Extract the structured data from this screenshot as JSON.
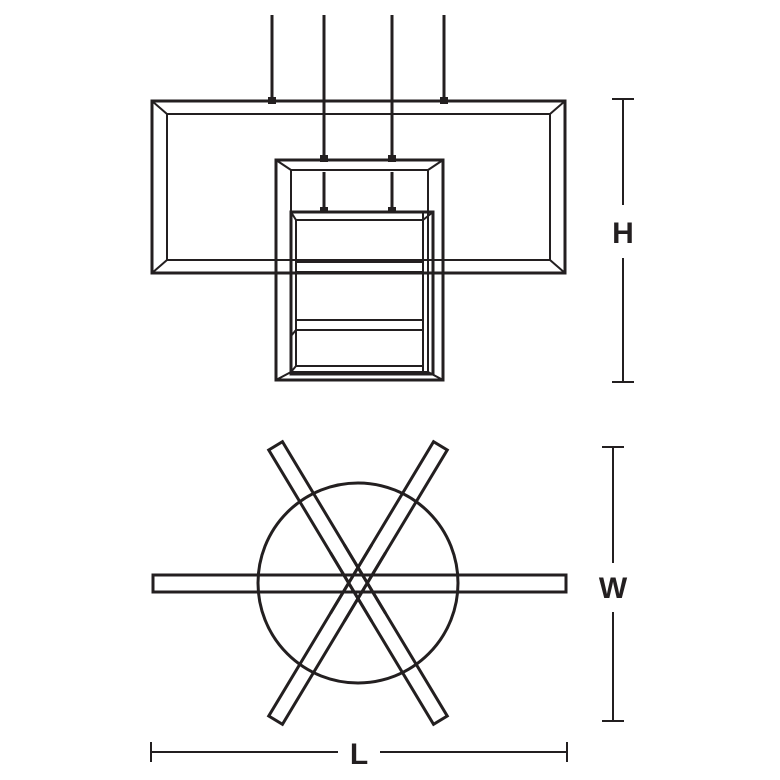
{
  "dimensions": {
    "height_label": "H",
    "width_label": "W",
    "length_label": "L"
  },
  "colors": {
    "line": "#231f20",
    "background": "#ffffff"
  }
}
